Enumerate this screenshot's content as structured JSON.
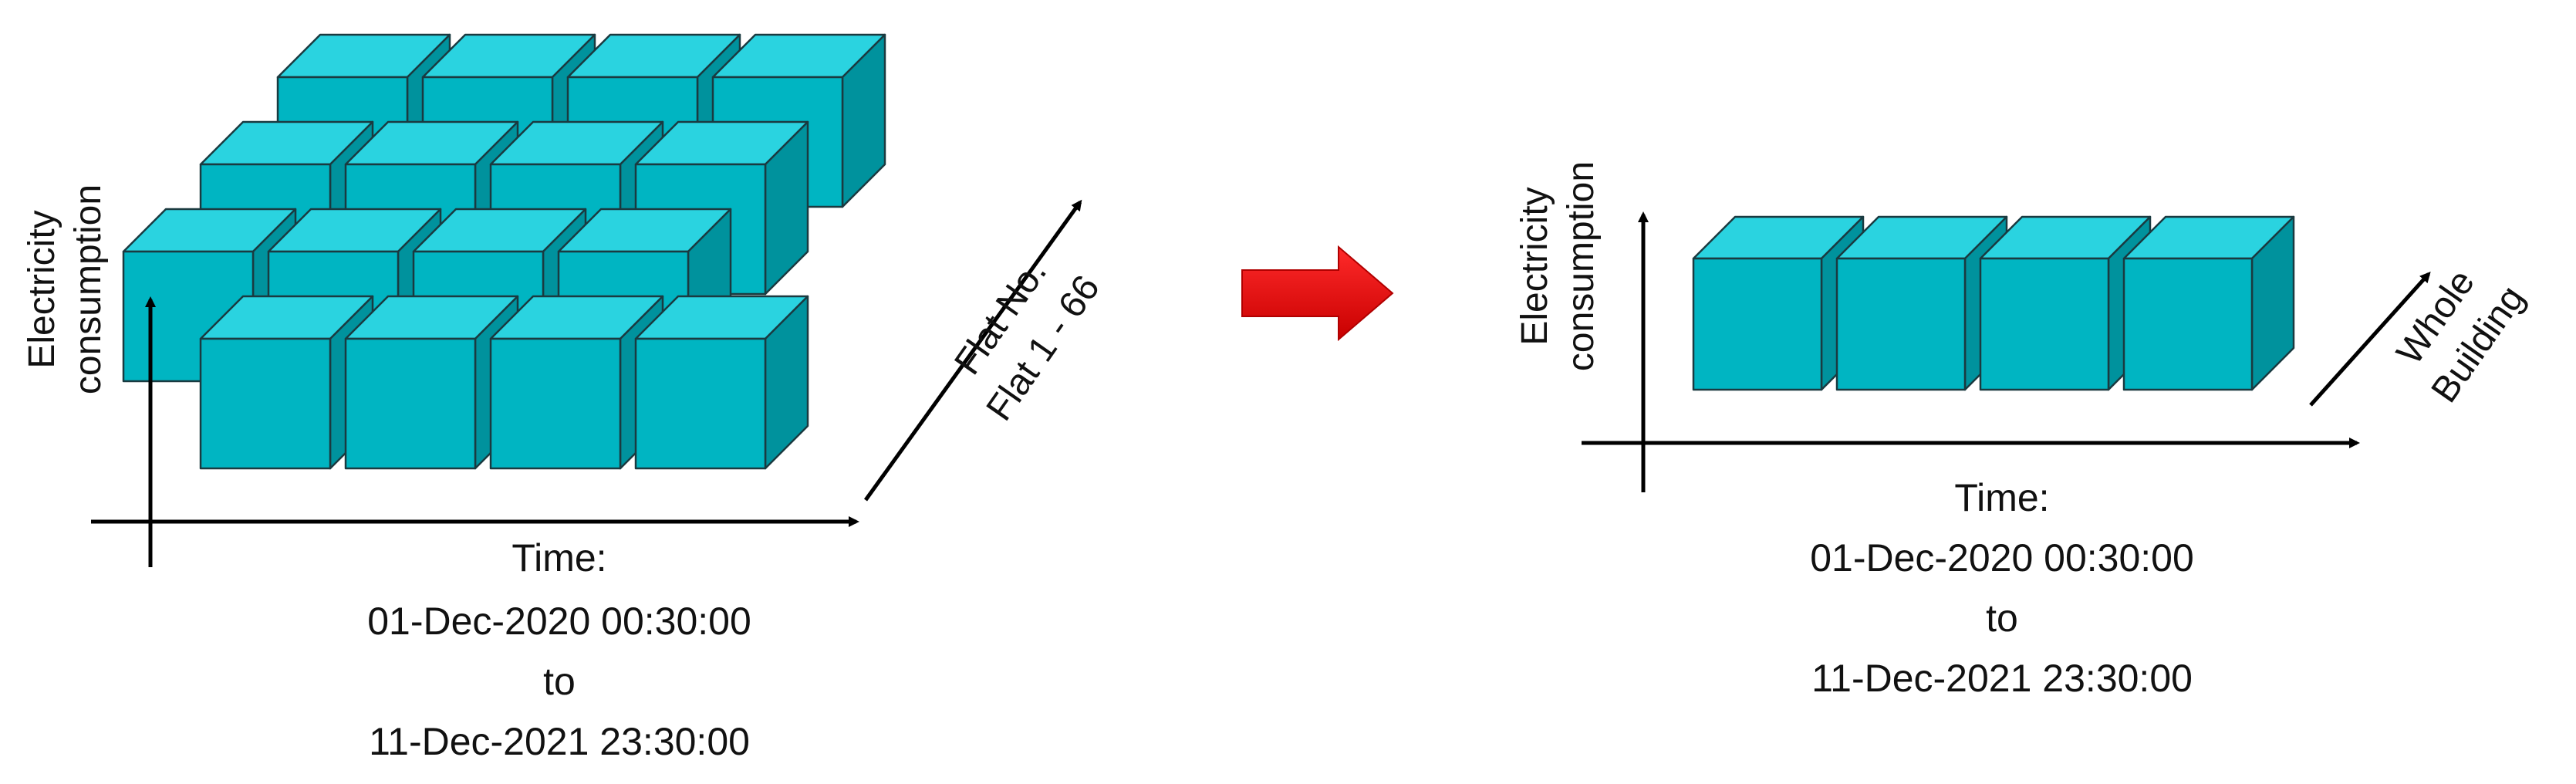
{
  "left_panel": {
    "y_label": [
      "Electricity",
      "consumption"
    ],
    "depth_label": [
      "Flat No.",
      "Flat 1 - 66"
    ],
    "time_label": [
      "Time:",
      "01-Dec-2020 00:30:00",
      "to",
      "11-Dec-2021 23:30:00"
    ]
  },
  "right_panel": {
    "y_label": [
      "Electricity",
      "consumption"
    ],
    "depth_label": [
      "Whole",
      "Building"
    ],
    "time_label": [
      "Time:",
      "01-Dec-2020 00:30:00",
      "to",
      "11-Dec-2021 23:30:00"
    ]
  },
  "colors": {
    "cube_front": "#00b5c2",
    "cube_top": "#2ad3e0",
    "cube_side": "#00929d",
    "edge": "#1a3a40",
    "axis": "#000000",
    "arrow": "#e00000"
  },
  "icons": {
    "transform_arrow": "right-arrow-icon"
  }
}
